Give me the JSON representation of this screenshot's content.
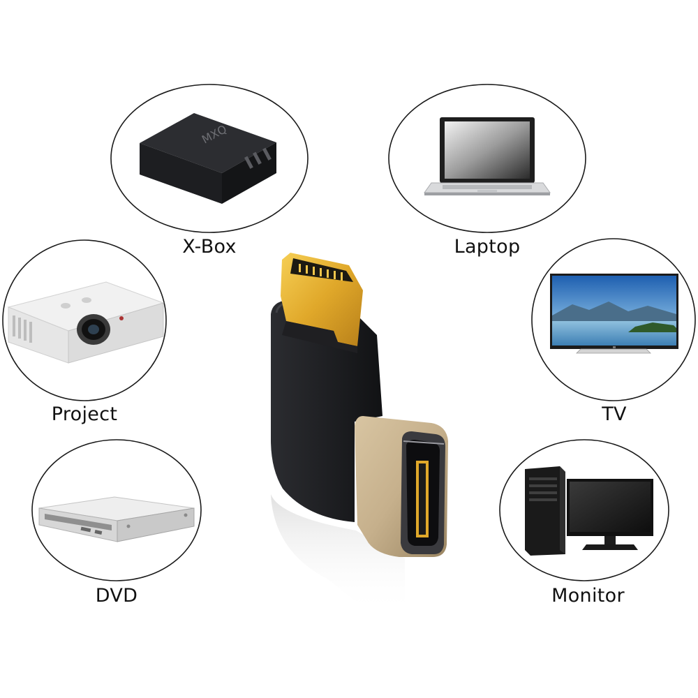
{
  "devices": {
    "xbox": {
      "label": "X-Box",
      "brand_mark": "MXQ"
    },
    "laptop": {
      "label": "Laptop"
    },
    "projector": {
      "label": "Project"
    },
    "tv": {
      "label": "TV"
    },
    "dvd": {
      "label": "DVD"
    },
    "monitor": {
      "label": "Monitor"
    }
  },
  "colors": {
    "circle_outline": "#1a1a1a",
    "connector_gold": "#e0a82a",
    "connector_body": "#1c1d20",
    "port_housing": "#c6b08c"
  }
}
